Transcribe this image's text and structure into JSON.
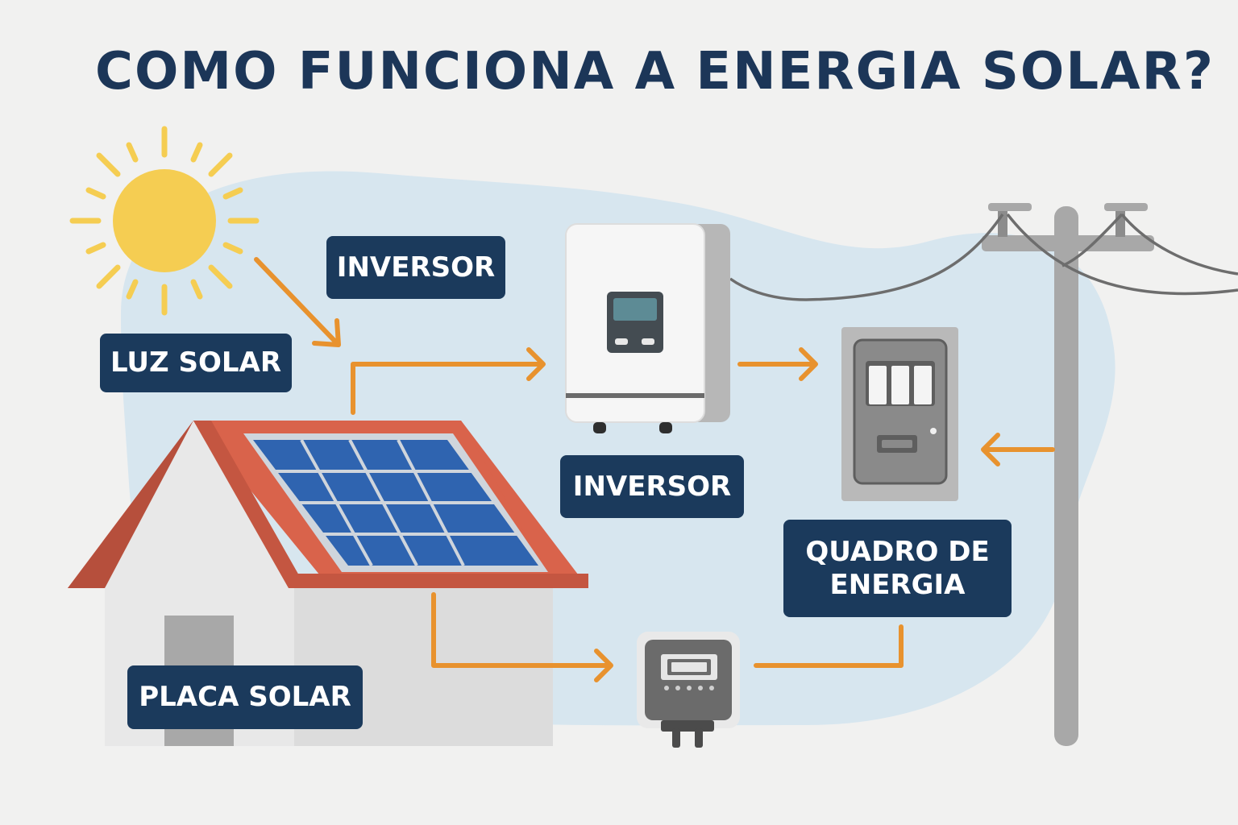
{
  "title": "COMO FUNCIONA A ENERGIA SOLAR?",
  "labels": {
    "luz_solar": "LUZ SOLAR",
    "inversor_top": "INVERSOR",
    "inversor_bottom": "INVERSOR",
    "placa_solar": "PLACA SOLAR",
    "quadro_line1": "QUADRO DE",
    "quadro_line2": "ENERGIA"
  },
  "icons": [
    "sun-icon",
    "house-icon",
    "solar-panel-icon",
    "inverter-icon",
    "breaker-panel-icon",
    "energy-meter-icon",
    "utility-pole-icon"
  ],
  "colors": {
    "title": "#1c3658",
    "label_bg": "#1b3a5c",
    "arrow": "#e8922e",
    "sun": "#f5cd52",
    "roof": "#d9634b",
    "panel": "#2f64b0",
    "background_blob": "#d7e6ef"
  }
}
